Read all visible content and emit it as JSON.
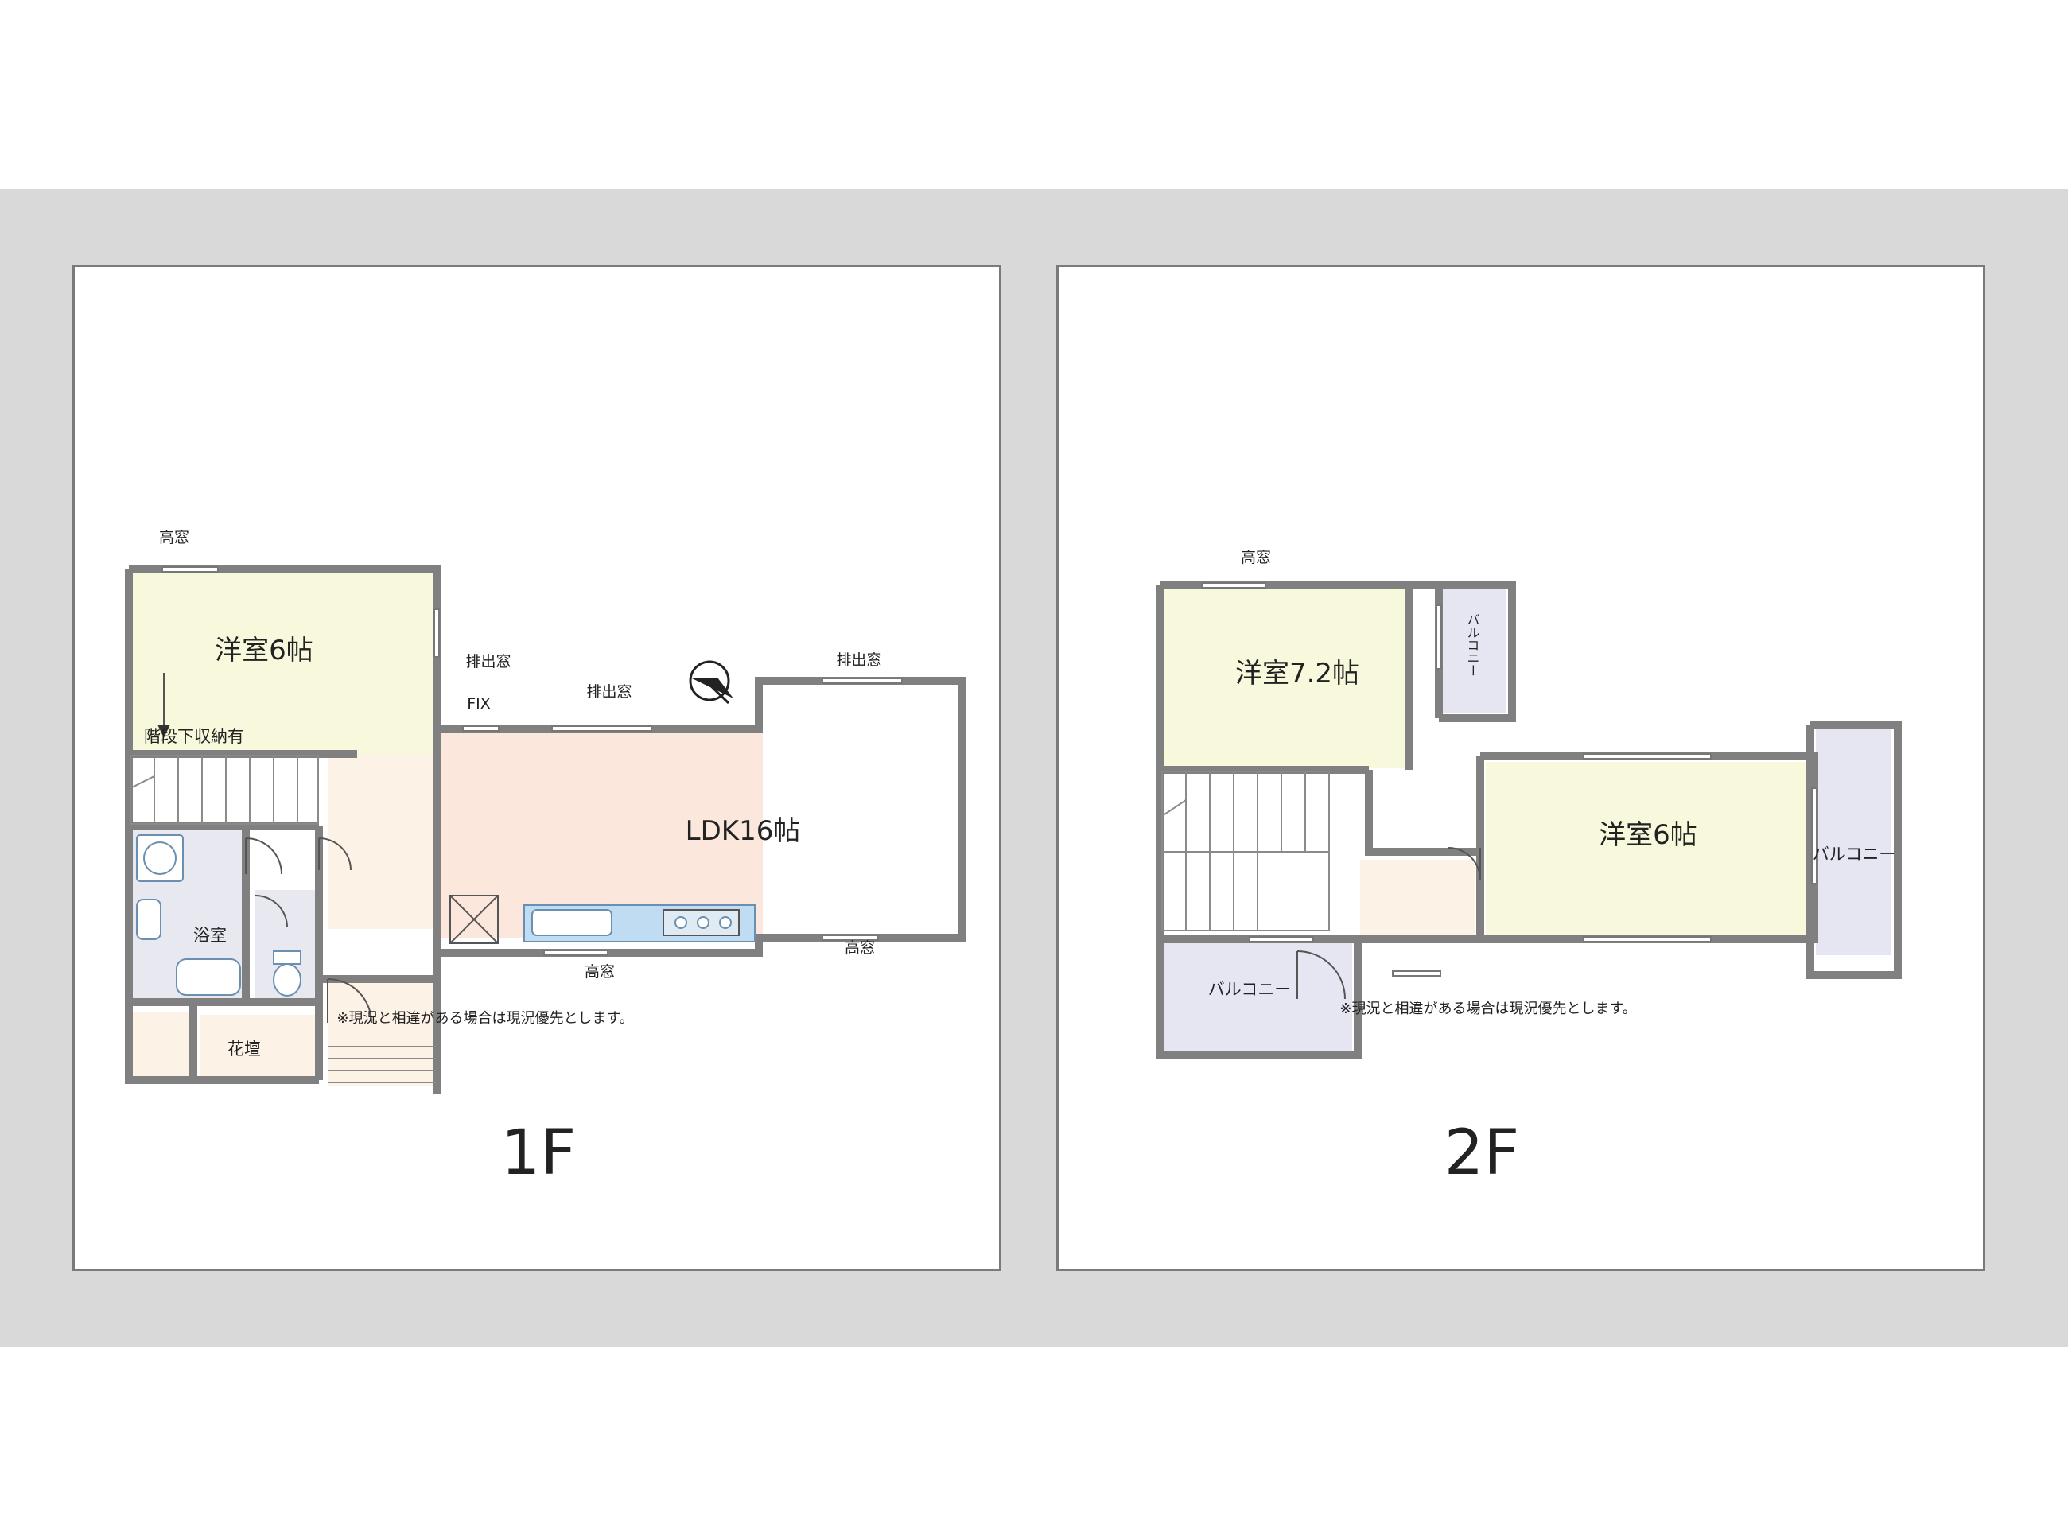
{
  "colors": {
    "wall": "#808080",
    "bedroom_fill": "#f8f8dc",
    "ldk_fill": "#fbe7dc",
    "balcony_fill": "#e6e6f2",
    "wet_fill": "#e8e8f0",
    "hall_fill": "#fdf2e6",
    "kitchen_counter": "#bfdcf2"
  },
  "floor_1f": {
    "floor_label": "1F",
    "rooms": {
      "bedroom": "洋室6帖",
      "ldk": "LDK16帖",
      "bath": "浴室",
      "flowerbed": "花壇"
    },
    "labels": {
      "stair_storage": "階段下収納有",
      "high_window_top": "高窓",
      "casement_window_a": "排出窓",
      "casement_window_b": "排出窓",
      "casement_window_c": "排出窓",
      "fix_window": "FIX",
      "high_window_bottom": "高窓",
      "high_window_right": "高窓"
    },
    "note": "※現況と相違がある場合は現況優先とします。",
    "icons": [
      "compass-icon",
      "stairs-icon",
      "toilet-icon",
      "bathtub-icon",
      "washbasin-icon",
      "washing-machine-icon",
      "kitchen-stove-icon",
      "kitchen-sink-icon"
    ]
  },
  "floor_2f": {
    "floor_label": "2F",
    "rooms": {
      "bedroom_large": "洋室7.2帖",
      "bedroom_small": "洋室6帖",
      "balcony_small": "バルコニー",
      "balcony_right": "バルコニー",
      "balcony_bottom": "バルコニー"
    },
    "labels": {
      "high_window_top": "高窓"
    },
    "note": "※現況と相違がある場合は現況優先とします。",
    "icons": [
      "stairs-icon"
    ]
  }
}
